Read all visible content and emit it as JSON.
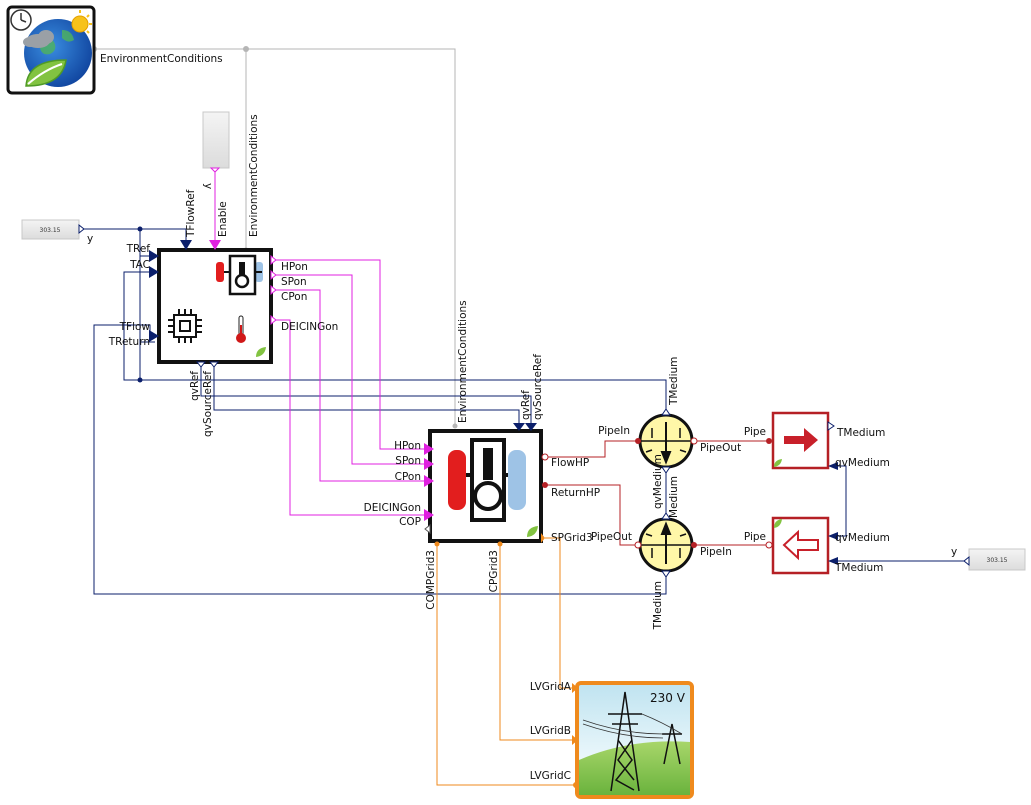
{
  "environment": {
    "label": "EnvironmentConditions"
  },
  "const_left": {
    "value": "303.15",
    "port": "y"
  },
  "const_right": {
    "value": "303.15",
    "port": "y"
  },
  "enable_source": {
    "port": "y"
  },
  "controller": {
    "inputs": {
      "tflowref": "TFlowRef",
      "enable": "Enable",
      "env": "EnvironmentConditions",
      "tref": "TRef",
      "tac": "TAC",
      "tflow": "TFlow",
      "treturn": "TReturn"
    },
    "outputs": {
      "hpon": "HPon",
      "spon": "SPon",
      "cpon": "CPon",
      "deicingon": "DEICINGon",
      "qvref": "qvRef",
      "qvsourceref": "qvSourceRef"
    }
  },
  "heatpump": {
    "inputs": {
      "env": "EnvironmentConditions",
      "qvref": "qvRef",
      "qvsourceref": "qvSourceRef",
      "hpon": "HPon",
      "spon": "SPon",
      "cpon": "CPon",
      "deicingon": "DEICINGon",
      "cop": "COP"
    },
    "outputs": {
      "flowhp": "FlowHP",
      "returnhp": "ReturnHP",
      "spgrid3": "SPGrid3",
      "compgrid3": "COMPGrid3",
      "cpgrid3": "CPGrid3"
    }
  },
  "sensor_top": {
    "pipein": "PipeIn",
    "pipeout": "PipeOut",
    "tmedium": "TMedium",
    "qvmedium": "qvMedium"
  },
  "sensor_bottom": {
    "pipein": "PipeIn",
    "pipeout": "PipeOut",
    "tmedium": "TMedium",
    "qvmedium": "qvMedium"
  },
  "sink_block": {
    "pipe": "Pipe",
    "tmedium": "TMedium",
    "qvmedium": "qvMedium"
  },
  "source_block": {
    "pipe": "Pipe",
    "tmedium": "TMedium",
    "qvmedium": "qvMedium"
  },
  "grid": {
    "voltage": "230 V",
    "lvgrida": "LVGridA",
    "lvgridb": "LVGridB",
    "lvgridc": "LVGridC"
  },
  "colors": {
    "signal_real": "#0b1f6b",
    "signal_bool": "#e020e0",
    "environment_bus": "#b5b5b5",
    "thermal": "#b52025",
    "electric": "#ef8a1d"
  },
  "icons": [
    "clock-icon",
    "sun-icon",
    "cloud-icon",
    "leaf-icon",
    "globe-icon",
    "chip-icon",
    "thermometer-icon",
    "heat-pump-icon",
    "arrow-right-icon",
    "arrow-left-icon",
    "power-pylon-icon"
  ]
}
